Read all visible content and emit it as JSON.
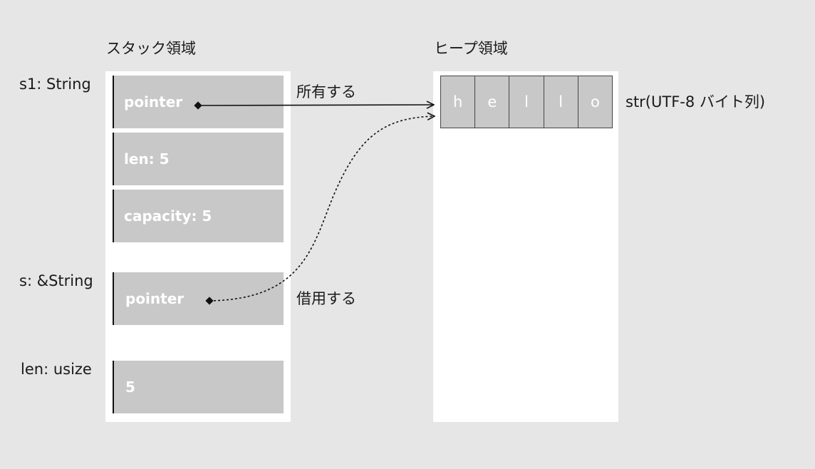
{
  "stack": {
    "title": "スタック領域",
    "variables": [
      {
        "label": "s1: String",
        "fields": [
          "pointer",
          "len: 5",
          "capacity: 5"
        ]
      },
      {
        "label": "s: &String",
        "fields": [
          "pointer"
        ]
      },
      {
        "label": "len: usize",
        "fields": [
          "5"
        ]
      }
    ]
  },
  "heap": {
    "title": "ヒープ領域",
    "bytes": [
      "h",
      "e",
      "l",
      "l",
      "o"
    ],
    "label": "str(UTF-8 バイト列)"
  },
  "edges": {
    "owns": "所有する",
    "borrows": "借用する"
  }
}
